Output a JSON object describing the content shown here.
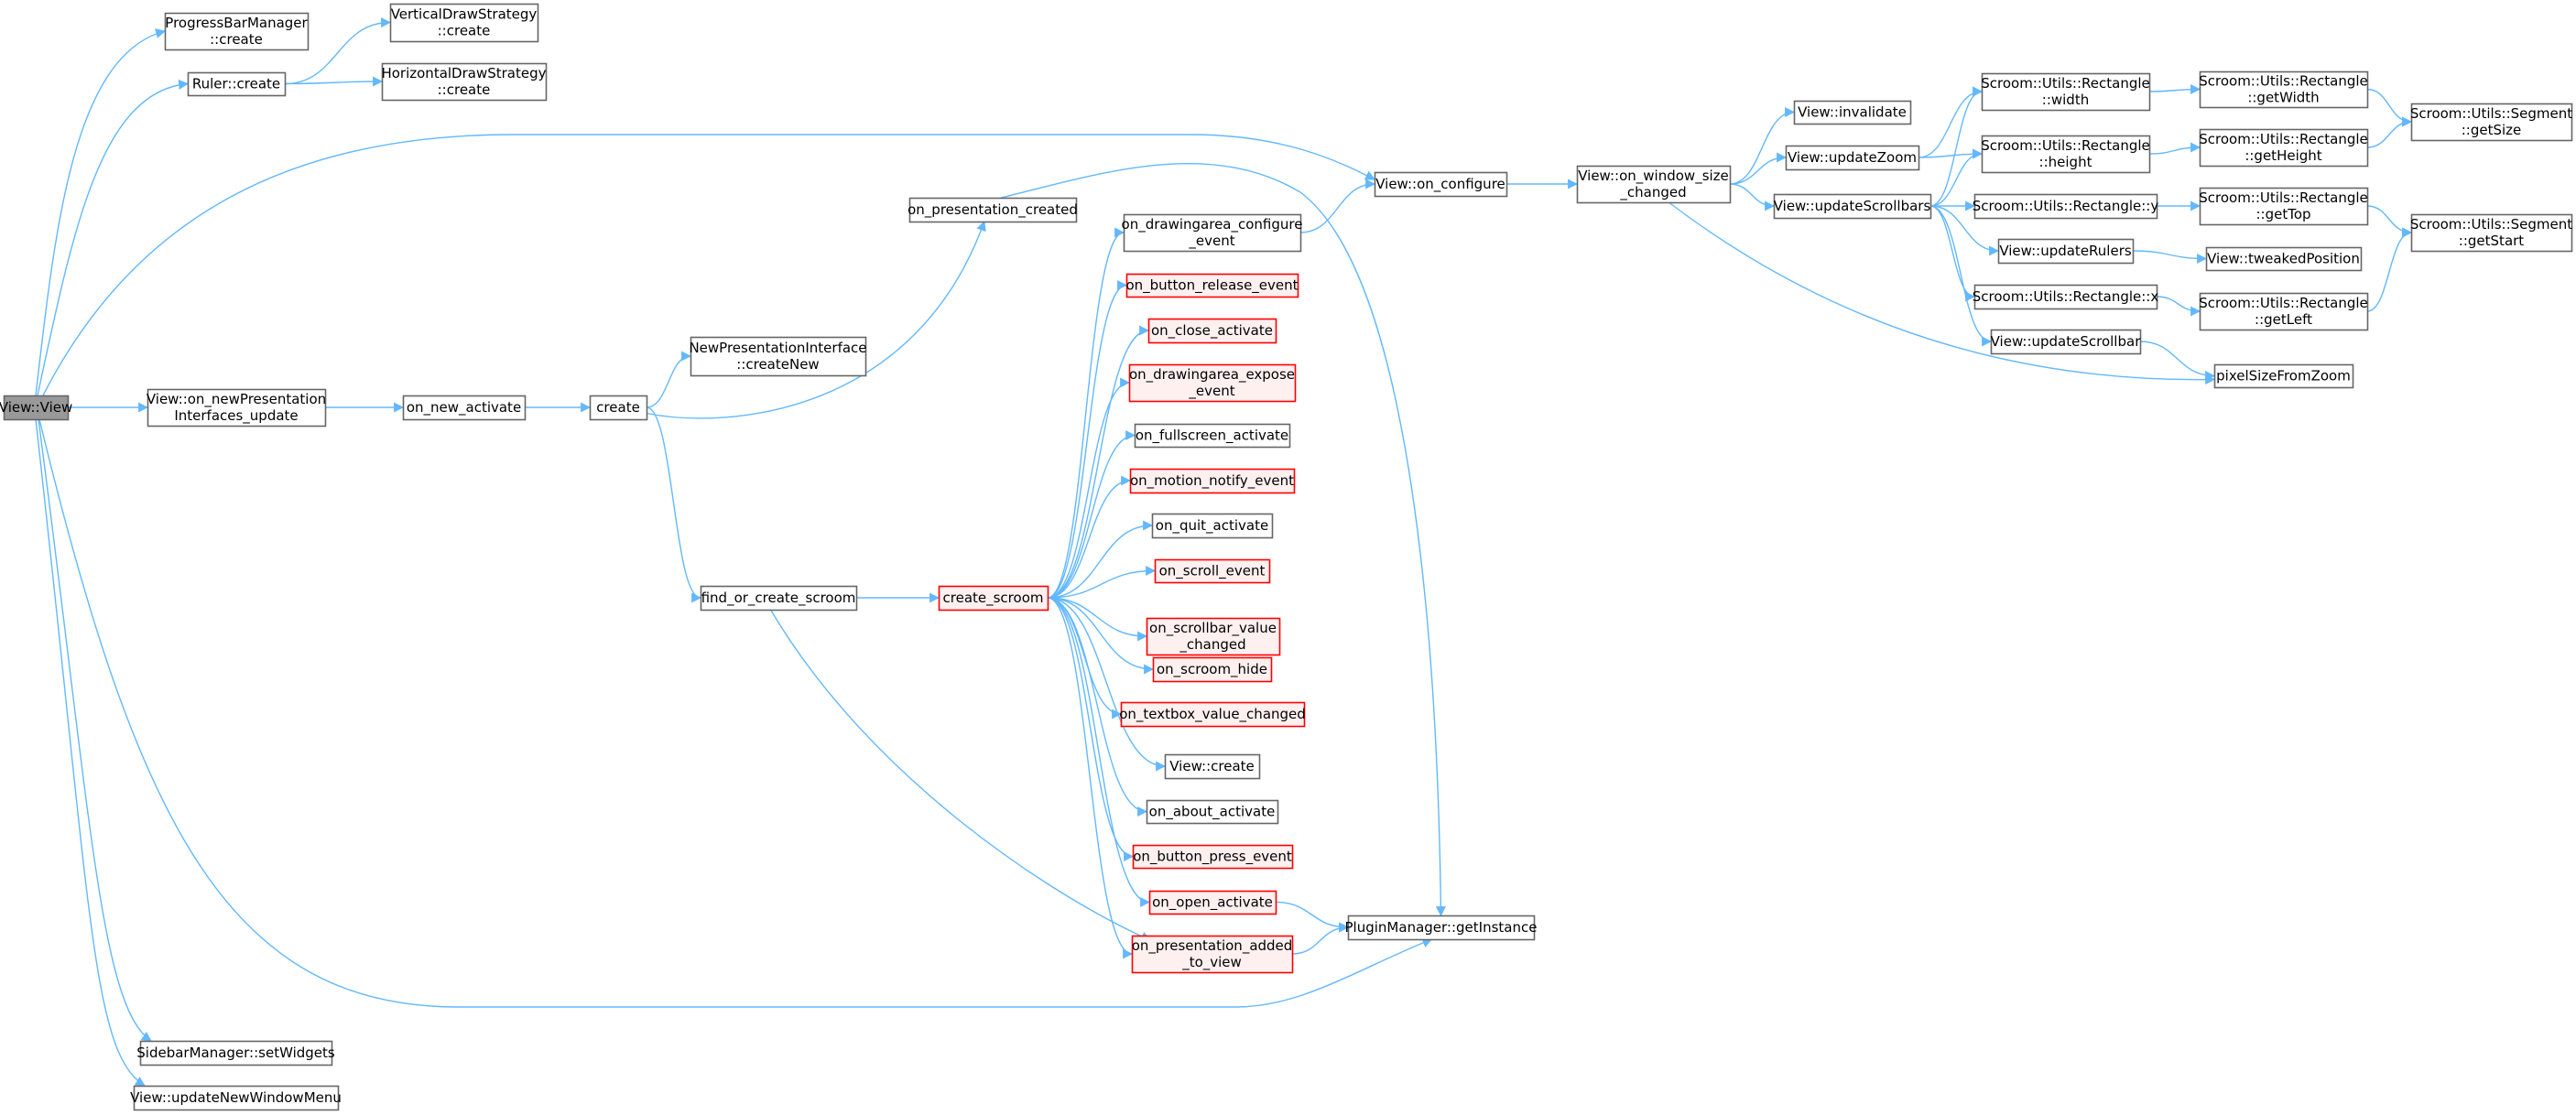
{
  "colors": {
    "edge": "#63b8ff",
    "node_border": "#666666",
    "node_fill": "#ffffff",
    "root_fill": "#999999",
    "root_border": "#666666",
    "red_border": "#ff0000",
    "red_fill": "#fff0f0"
  },
  "nodes": [
    {
      "id": "view_view",
      "lines": [
        "View::View"
      ],
      "style": "root"
    },
    {
      "id": "progressbar_create",
      "lines": [
        "ProgressBarManager",
        "::create"
      ],
      "style": "normal"
    },
    {
      "id": "ruler_create",
      "lines": [
        "Ruler::create"
      ],
      "style": "normal"
    },
    {
      "id": "vertical_create",
      "lines": [
        "VerticalDrawStrategy",
        "::create"
      ],
      "style": "normal"
    },
    {
      "id": "horizontal_create",
      "lines": [
        "HorizontalDrawStrategy",
        "::create"
      ],
      "style": "normal"
    },
    {
      "id": "on_newpres_update",
      "lines": [
        "View::on_newPresentation",
        "Interfaces_update"
      ],
      "style": "normal"
    },
    {
      "id": "on_new_activate",
      "lines": [
        "on_new_activate"
      ],
      "style": "normal"
    },
    {
      "id": "create",
      "lines": [
        "create"
      ],
      "style": "normal"
    },
    {
      "id": "newpres_createnew",
      "lines": [
        "NewPresentationInterface",
        "::createNew"
      ],
      "style": "normal"
    },
    {
      "id": "on_presentation_created",
      "lines": [
        "on_presentation_created"
      ],
      "style": "normal"
    },
    {
      "id": "find_or_create_scroom",
      "lines": [
        "find_or_create_scroom"
      ],
      "style": "normal"
    },
    {
      "id": "create_scroom",
      "lines": [
        "create_scroom"
      ],
      "style": "red"
    },
    {
      "id": "on_drawingarea_configure_event",
      "lines": [
        "on_drawingarea_configure",
        "_event"
      ],
      "style": "normal"
    },
    {
      "id": "on_button_release_event",
      "lines": [
        "on_button_release_event"
      ],
      "style": "red"
    },
    {
      "id": "on_close_activate",
      "lines": [
        "on_close_activate"
      ],
      "style": "red"
    },
    {
      "id": "on_drawingarea_expose_event",
      "lines": [
        "on_drawingarea_expose",
        "_event"
      ],
      "style": "red"
    },
    {
      "id": "on_fullscreen_activate",
      "lines": [
        "on_fullscreen_activate"
      ],
      "style": "normal"
    },
    {
      "id": "on_motion_notify_event",
      "lines": [
        "on_motion_notify_event"
      ],
      "style": "red"
    },
    {
      "id": "on_quit_activate",
      "lines": [
        "on_quit_activate"
      ],
      "style": "normal"
    },
    {
      "id": "on_scroll_event",
      "lines": [
        "on_scroll_event"
      ],
      "style": "red"
    },
    {
      "id": "on_scrollbar_value_changed",
      "lines": [
        "on_scrollbar_value",
        "_changed"
      ],
      "style": "red"
    },
    {
      "id": "on_scroom_hide",
      "lines": [
        "on_scroom_hide"
      ],
      "style": "red"
    },
    {
      "id": "on_textbox_value_changed",
      "lines": [
        "on_textbox_value_changed"
      ],
      "style": "red"
    },
    {
      "id": "view_create",
      "lines": [
        "View::create"
      ],
      "style": "normal"
    },
    {
      "id": "on_about_activate",
      "lines": [
        "on_about_activate"
      ],
      "style": "normal"
    },
    {
      "id": "on_button_press_event",
      "lines": [
        "on_button_press_event"
      ],
      "style": "red"
    },
    {
      "id": "on_open_activate",
      "lines": [
        "on_open_activate"
      ],
      "style": "red"
    },
    {
      "id": "on_presentation_added_to_view",
      "lines": [
        "on_presentation_added",
        "_to_view"
      ],
      "style": "red"
    },
    {
      "id": "pluginmanager_getinstance",
      "lines": [
        "PluginManager::getInstance"
      ],
      "style": "normal"
    },
    {
      "id": "view_on_configure",
      "lines": [
        "View::on_configure"
      ],
      "style": "normal"
    },
    {
      "id": "view_on_window_size_changed",
      "lines": [
        "View::on_window_size",
        "_changed"
      ],
      "style": "normal"
    },
    {
      "id": "view_invalidate",
      "lines": [
        "View::invalidate"
      ],
      "style": "normal"
    },
    {
      "id": "view_updatezoom",
      "lines": [
        "View::updateZoom"
      ],
      "style": "normal"
    },
    {
      "id": "view_updatescrollbars",
      "lines": [
        "View::updateScrollbars"
      ],
      "style": "normal"
    },
    {
      "id": "rect_width",
      "lines": [
        "Scroom::Utils::Rectangle",
        "::width"
      ],
      "style": "normal"
    },
    {
      "id": "rect_height",
      "lines": [
        "Scroom::Utils::Rectangle",
        "::height"
      ],
      "style": "normal"
    },
    {
      "id": "rect_y",
      "lines": [
        "Scroom::Utils::Rectangle::y"
      ],
      "style": "normal"
    },
    {
      "id": "view_updaterulers",
      "lines": [
        "View::updateRulers"
      ],
      "style": "normal"
    },
    {
      "id": "rect_x",
      "lines": [
        "Scroom::Utils::Rectangle::x"
      ],
      "style": "normal"
    },
    {
      "id": "view_updatescrollbar",
      "lines": [
        "View::updateScrollbar"
      ],
      "style": "normal"
    },
    {
      "id": "rect_getwidth",
      "lines": [
        "Scroom::Utils::Rectangle",
        "::getWidth"
      ],
      "style": "normal"
    },
    {
      "id": "rect_getheight",
      "lines": [
        "Scroom::Utils::Rectangle",
        "::getHeight"
      ],
      "style": "normal"
    },
    {
      "id": "rect_gettop",
      "lines": [
        "Scroom::Utils::Rectangle",
        "::getTop"
      ],
      "style": "normal"
    },
    {
      "id": "view_tweakedposition",
      "lines": [
        "View::tweakedPosition"
      ],
      "style": "normal"
    },
    {
      "id": "rect_getleft",
      "lines": [
        "Scroom::Utils::Rectangle",
        "::getLeft"
      ],
      "style": "normal"
    },
    {
      "id": "pixelsizefromzoom",
      "lines": [
        "pixelSizeFromZoom"
      ],
      "style": "normal"
    },
    {
      "id": "segment_getsize",
      "lines": [
        "Scroom::Utils::Segment",
        "::getSize"
      ],
      "style": "normal"
    },
    {
      "id": "segment_getstart",
      "lines": [
        "Scroom::Utils::Segment",
        "::getStart"
      ],
      "style": "normal"
    },
    {
      "id": "sidebar_setwidgets",
      "lines": [
        "SidebarManager::setWidgets"
      ],
      "style": "normal"
    },
    {
      "id": "view_updatenewwindowmenu",
      "lines": [
        "View::updateNewWindowMenu"
      ],
      "style": "normal"
    }
  ],
  "edges": [
    [
      "view_view",
      "progressbar_create"
    ],
    [
      "view_view",
      "ruler_create"
    ],
    [
      "view_view",
      "view_on_configure"
    ],
    [
      "view_view",
      "on_newpres_update"
    ],
    [
      "view_view",
      "pluginmanager_getinstance"
    ],
    [
      "view_view",
      "sidebar_setwidgets"
    ],
    [
      "view_view",
      "view_updatenewwindowmenu"
    ],
    [
      "ruler_create",
      "vertical_create"
    ],
    [
      "ruler_create",
      "horizontal_create"
    ],
    [
      "on_newpres_update",
      "on_new_activate"
    ],
    [
      "on_new_activate",
      "create"
    ],
    [
      "create",
      "newpres_createnew"
    ],
    [
      "create",
      "on_presentation_created"
    ],
    [
      "create",
      "find_or_create_scroom"
    ],
    [
      "on_presentation_created",
      "pluginmanager_getinstance"
    ],
    [
      "find_or_create_scroom",
      "create_scroom"
    ],
    [
      "find_or_create_scroom",
      "on_presentation_added_to_view"
    ],
    [
      "create_scroom",
      "on_drawingarea_configure_event"
    ],
    [
      "create_scroom",
      "on_button_release_event"
    ],
    [
      "create_scroom",
      "on_close_activate"
    ],
    [
      "create_scroom",
      "on_drawingarea_expose_event"
    ],
    [
      "create_scroom",
      "on_fullscreen_activate"
    ],
    [
      "create_scroom",
      "on_motion_notify_event"
    ],
    [
      "create_scroom",
      "on_quit_activate"
    ],
    [
      "create_scroom",
      "on_scroll_event"
    ],
    [
      "create_scroom",
      "on_scrollbar_value_changed"
    ],
    [
      "create_scroom",
      "on_scroom_hide"
    ],
    [
      "create_scroom",
      "on_textbox_value_changed"
    ],
    [
      "create_scroom",
      "view_create"
    ],
    [
      "create_scroom",
      "on_about_activate"
    ],
    [
      "create_scroom",
      "on_button_press_event"
    ],
    [
      "create_scroom",
      "on_open_activate"
    ],
    [
      "create_scroom",
      "on_presentation_added_to_view"
    ],
    [
      "on_drawingarea_configure_event",
      "view_on_configure"
    ],
    [
      "on_open_activate",
      "pluginmanager_getinstance"
    ],
    [
      "on_presentation_added_to_view",
      "pluginmanager_getinstance"
    ],
    [
      "view_on_configure",
      "view_on_window_size_changed"
    ],
    [
      "view_on_window_size_changed",
      "view_invalidate"
    ],
    [
      "view_on_window_size_changed",
      "view_updatezoom"
    ],
    [
      "view_on_window_size_changed",
      "view_updatescrollbars"
    ],
    [
      "view_on_window_size_changed",
      "pixelsizefromzoom"
    ],
    [
      "view_updatezoom",
      "rect_width"
    ],
    [
      "view_updatezoom",
      "rect_height"
    ],
    [
      "view_updatescrollbars",
      "rect_width"
    ],
    [
      "view_updatescrollbars",
      "rect_height"
    ],
    [
      "view_updatescrollbars",
      "rect_y"
    ],
    [
      "view_updatescrollbars",
      "view_updaterulers"
    ],
    [
      "view_updatescrollbars",
      "rect_x"
    ],
    [
      "view_updatescrollbars",
      "view_updatescrollbar"
    ],
    [
      "rect_width",
      "rect_getwidth"
    ],
    [
      "rect_height",
      "rect_getheight"
    ],
    [
      "rect_y",
      "rect_gettop"
    ],
    [
      "view_updaterulers",
      "view_tweakedposition"
    ],
    [
      "rect_x",
      "rect_getleft"
    ],
    [
      "view_updatescrollbar",
      "pixelsizefromzoom"
    ],
    [
      "rect_getwidth",
      "segment_getsize"
    ],
    [
      "rect_getheight",
      "segment_getsize"
    ],
    [
      "rect_gettop",
      "segment_getstart"
    ],
    [
      "rect_getleft",
      "segment_getstart"
    ]
  ]
}
